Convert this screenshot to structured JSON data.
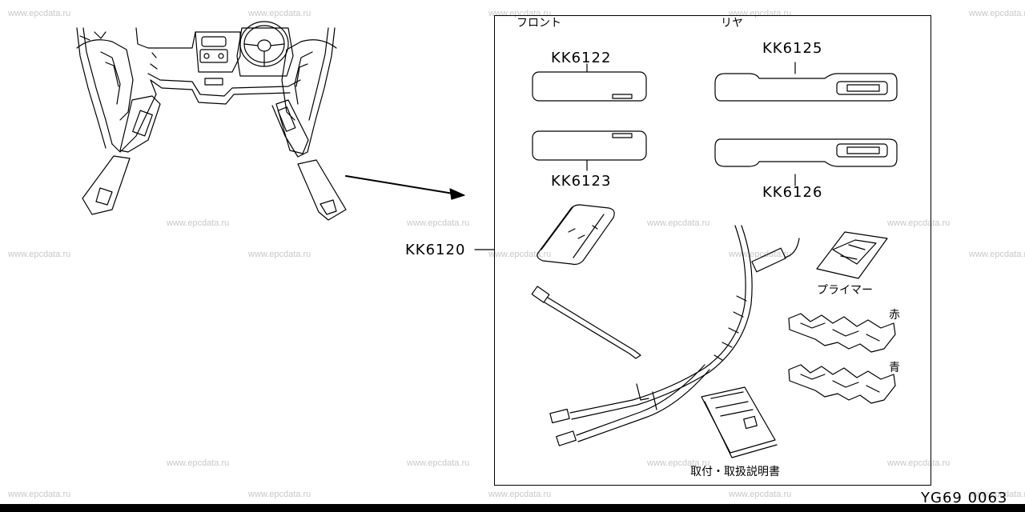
{
  "watermark": "www.epcdata.ru",
  "diagram_code": "YG69 0063",
  "kit_part": "KK6120",
  "labels": {
    "front": "フロント",
    "rear": "リヤ",
    "primer": "プライマー",
    "red": "赤",
    "blue": "青",
    "manual": "取付・取扱説明書"
  },
  "parts": {
    "front_left": "KK6122",
    "front_right": "KK6123",
    "rear_left": "KK6125",
    "rear_right": "KK6126"
  }
}
